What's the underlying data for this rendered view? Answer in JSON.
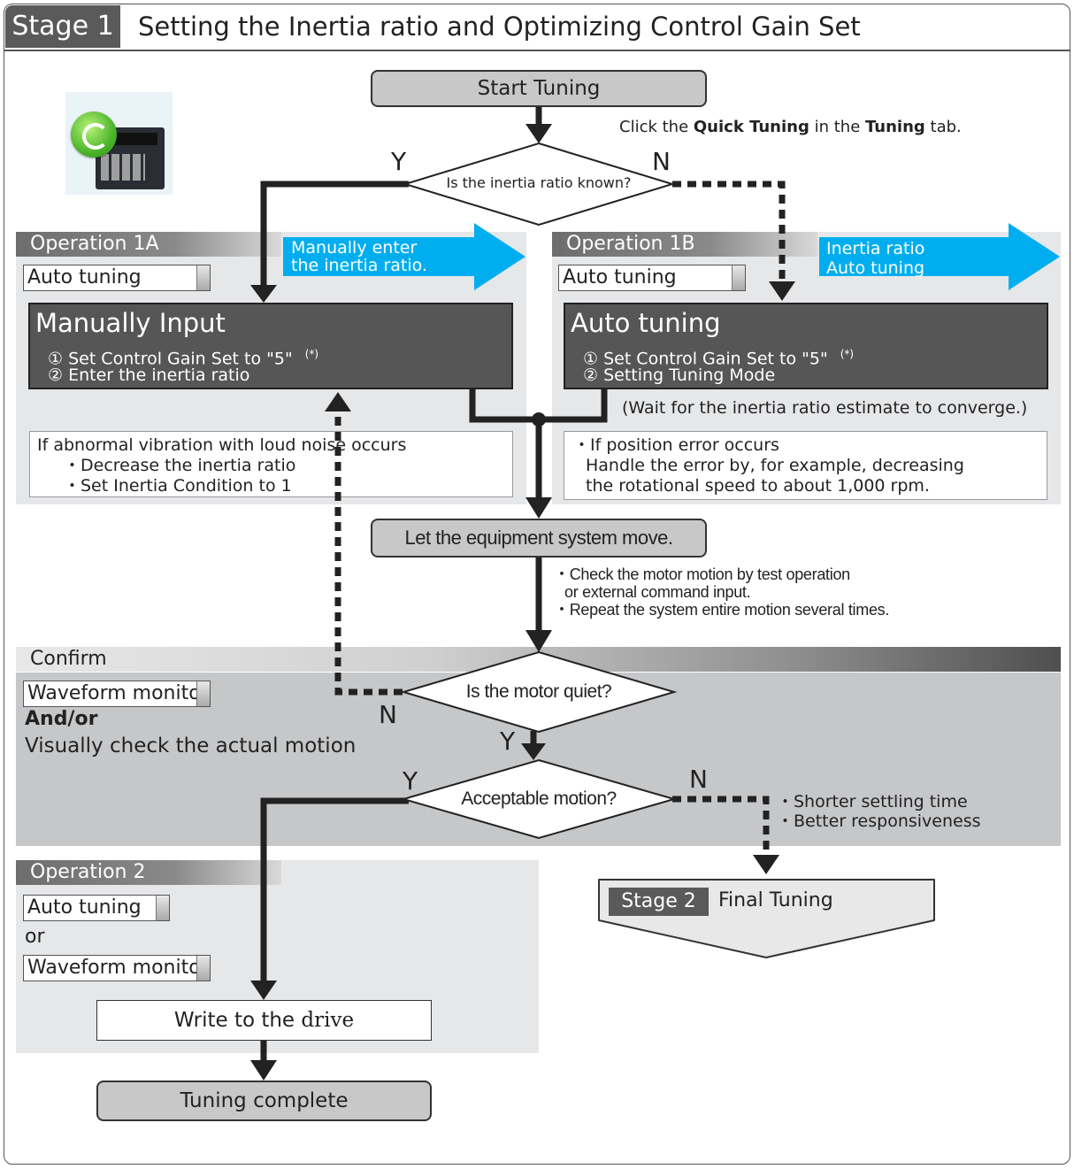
{
  "stage1": {
    "badge": "Stage 1",
    "title": "Setting the Inertia ratio and Optimizing Control Gain Set"
  },
  "start": "Start Tuning",
  "instruction": {
    "pre": "Click the ",
    "b1": "Quick Tuning",
    "mid": " in the ",
    "b2": "Tuning",
    "post": " tab."
  },
  "decision_inertia": {
    "text": "Is the inertia ratio known?",
    "yes": "Y",
    "no": "N"
  },
  "op1a": {
    "header": "Operation 1A",
    "control": "Auto tuning",
    "arrow": [
      "Manually enter",
      "the inertia ratio."
    ],
    "title": "Manually Input",
    "step1": "① Set Control Gain Set to \"5\"",
    "step1_mark": "(*)",
    "step2": "② Enter the inertia ratio",
    "note": [
      "If abnormal vibration with loud noise occurs",
      "・Decrease the inertia ratio",
      "・Set Inertia Condition to 1"
    ]
  },
  "op1b": {
    "header": "Operation 1B",
    "control": "Auto tuning",
    "arrow": [
      "Inertia ratio",
      "Auto tuning"
    ],
    "title": "Auto tuning",
    "step1": "① Set Control Gain Set to \"5\"",
    "step1_mark": "(*)",
    "step2": "② Setting Tuning Mode",
    "wait": "(Wait for the inertia ratio estimate to converge.)",
    "note": [
      "・If position error occurs",
      "Handle the error by, for example, decreasing",
      "the rotational speed to about 1,000 rpm."
    ]
  },
  "move": {
    "label": "Let the equipment system move.",
    "notes": [
      "・Check the motor motion by test operation",
      "or external command input.",
      "・Repeat the system entire motion several times."
    ]
  },
  "confirm": {
    "header": "Confirm",
    "control": "Waveform monitor",
    "andor": "And/or",
    "visual": "Visually check the actual motion"
  },
  "decision_quiet": {
    "text": "Is the motor quiet?",
    "yes": "Y",
    "no": "N"
  },
  "decision_accept": {
    "text": "Acceptable motion?",
    "yes": "Y",
    "no": "N",
    "notes": [
      "・Shorter settling time",
      "・Better responsiveness"
    ]
  },
  "op2": {
    "header": "Operation 2",
    "control1": "Auto tuning",
    "or": "or",
    "control2": "Waveform monitor",
    "write_pre": "Write to the ",
    "write_bold": "drive"
  },
  "stage2": {
    "badge": "Stage 2",
    "title": "Final Tuning"
  },
  "complete": "Tuning complete",
  "colors": {
    "cyan_arrow": "#00aeef",
    "dark_box": "#565656",
    "panel": "#e6e7e9",
    "confirm_panel": "#c6c7c9",
    "pill": "#c8c8c8"
  }
}
